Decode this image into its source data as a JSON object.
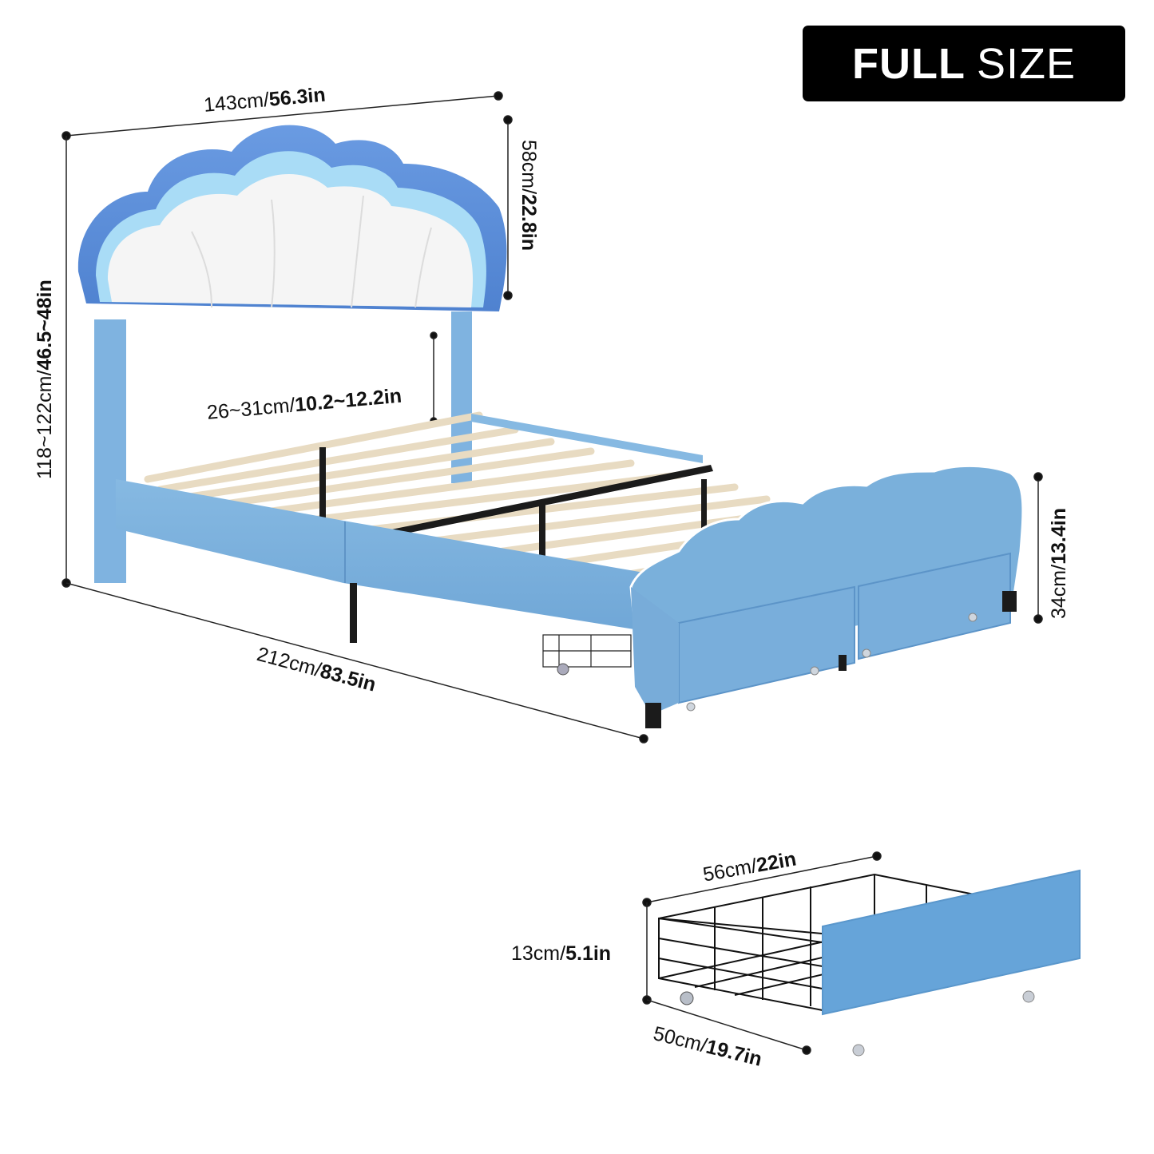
{
  "badge": {
    "bold": "FULL",
    "light": "SIZE"
  },
  "colors": {
    "frame_blue": "#7ab0db",
    "headboard_outer": "#5b8fdb",
    "headboard_glow": "#9fd8f5",
    "cushion_white": "#f4f4f4",
    "slat_wood": "#ecdfc8",
    "drawer_blue": "#66a4d9",
    "line": "#222222",
    "badge_bg": "#000000"
  },
  "dimensions": {
    "width": {
      "cm": "143cm/",
      "in": "56.3in"
    },
    "headboard_height": {
      "cm": "58cm/",
      "in": "22.8in"
    },
    "total_height": {
      "cm": "118~122cm/",
      "in": "46.5~48in"
    },
    "clearance": {
      "cm": "26~31cm/",
      "in": "10.2~12.2in"
    },
    "footboard_height": {
      "cm": "34cm/",
      "in": "13.4in"
    },
    "length": {
      "cm": "212cm/",
      "in": "83.5in"
    }
  },
  "drawer": {
    "width": {
      "cm": "56cm/",
      "in": "22in"
    },
    "height": {
      "cm": "13cm/",
      "in": "5.1in"
    },
    "depth": {
      "cm": "50cm/",
      "in": "19.7in"
    }
  }
}
